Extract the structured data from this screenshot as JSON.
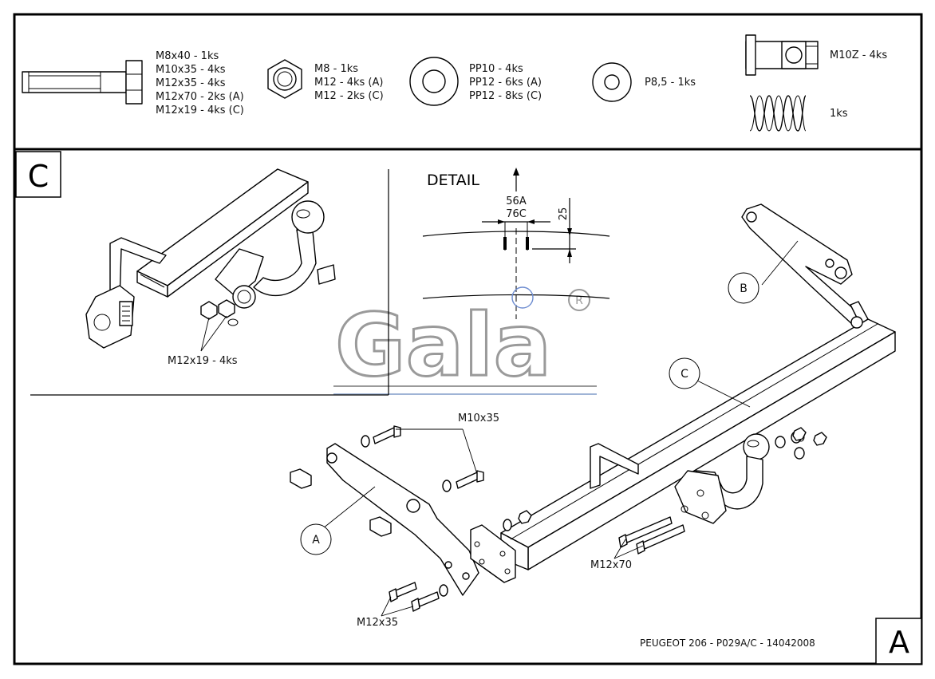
{
  "parts_list": {
    "bolts": [
      "M8x40 - 1ks",
      "M10x35 - 4ks",
      "M12x35 - 4ks",
      "M12x70 - 2ks (A)",
      "M12x19 - 4ks (C)"
    ],
    "nuts": [
      "M8 - 1ks",
      "M12 - 4ks (A)",
      "M12 - 2ks (C)"
    ],
    "washers_large": [
      "PP10 - 4ks",
      "PP12 - 6ks (A)",
      "PP12 - 8ks (C)"
    ],
    "washer_small": "P8,5 - 1ks",
    "cage_nut": "M10Z - 4ks",
    "spring": "1ks"
  },
  "variant_c": {
    "corner_letter": "C",
    "bolt_label": "M12x19 - 4ks"
  },
  "detail": {
    "title": "DETAIL",
    "dim_a": "56A",
    "dim_c": "76C",
    "dim_vertical": "25"
  },
  "watermark": {
    "text": "Gala",
    "registered": "R"
  },
  "assembly": {
    "bubble_a": "A",
    "bubble_b": "B",
    "bubble_c": "C",
    "label_m10x35": "M10x35",
    "label_m12x70": "M12x70",
    "label_m12x35": "M12x35"
  },
  "footer": {
    "drawing_id": "PEUGEOT 206 - P029A/C - 14042008",
    "corner_letter": "A"
  }
}
